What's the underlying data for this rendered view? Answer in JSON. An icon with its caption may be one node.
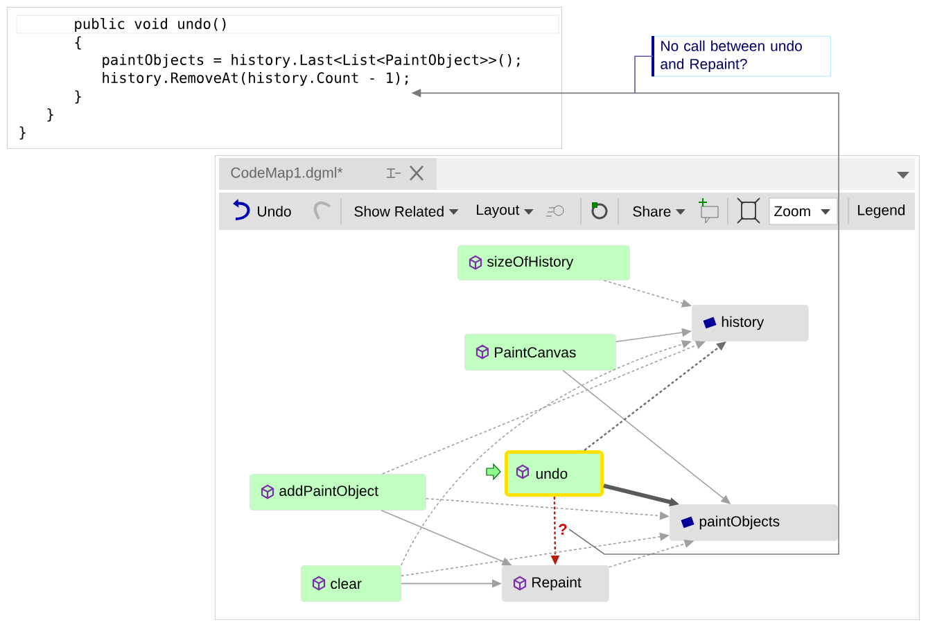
{
  "diagram": {
    "nodes": [
      {
        "text": [
          "public void undo()",
          "{",
          "paintObjects = history.Last<List<PaintObject>>();",
          "}",
          "}",
          "}"
        ]
      },
      {
        "text": [
          "history.RemoveAt(history.Count - 1);"
        ],
        "in": 0
      },
      {
        "text": [
          "No call between undo and Repaint?"
        ]
      },
      {
        "text": [
          "CodeMap1.dgml*"
        ]
      },
      {
        "text": [
          "sizeOfHistory"
        ],
        "in": 3
      },
      {
        "text": [
          "history"
        ],
        "in": 3
      },
      {
        "text": [
          "PaintCanvas"
        ],
        "in": 3
      },
      {
        "text": [
          "undo"
        ],
        "in": 3
      },
      {
        "text": [
          "addPaintObject"
        ],
        "in": 3
      },
      {
        "text": [
          "paintObjects"
        ],
        "in": 3
      },
      {
        "text": [
          "clear"
        ],
        "in": 3
      },
      {
        "text": [
          "Repaint"
        ],
        "in": 3
      },
      {
        "text": [
          "?"
        ],
        "in": 3
      }
    ],
    "edges": [
      {
        "from": 4,
        "to": 5,
        "arrow": "to",
        "style": "dashed"
      },
      {
        "from": 6,
        "to": 5,
        "arrow": "to"
      },
      {
        "from": 6,
        "to": 9,
        "arrow": "to"
      },
      {
        "from": 8,
        "to": 5,
        "arrow": "to",
        "style": "dashed"
      },
      {
        "from": 10,
        "to": 5,
        "arrow": "to",
        "style": "dashed"
      },
      {
        "from": 7,
        "to": 5,
        "arrow": "to",
        "style": "dashed",
        "color": "#6e6e6e"
      },
      {
        "from": 7,
        "to": 9,
        "arrow": "to",
        "style": "thick",
        "color": "#5a5a5a"
      },
      {
        "from": 7,
        "to": 11,
        "arrow": "to",
        "style": "dashed",
        "color": "#b81c0c"
      },
      {
        "from": 8,
        "to": 9,
        "arrow": "to",
        "style": "dashed"
      },
      {
        "from": 8,
        "to": 11,
        "arrow": "to"
      },
      {
        "from": 10,
        "to": 9,
        "arrow": "to",
        "style": "dashed"
      },
      {
        "from": 10,
        "to": 11,
        "arrow": "to"
      },
      {
        "from": 11,
        "to": 9,
        "arrow": "to",
        "style": "dashed"
      },
      {
        "from": 12,
        "to": 1,
        "arrow": "to",
        "color": "#7a7a7a"
      },
      {
        "from": 2,
        "to": null,
        "arrow": "none",
        "color": "#5a5a9a"
      }
    ],
    "labels": [
      "Undo",
      "Show Related",
      "Layout",
      "Share",
      "Zoom",
      "Legend"
    ]
  }
}
